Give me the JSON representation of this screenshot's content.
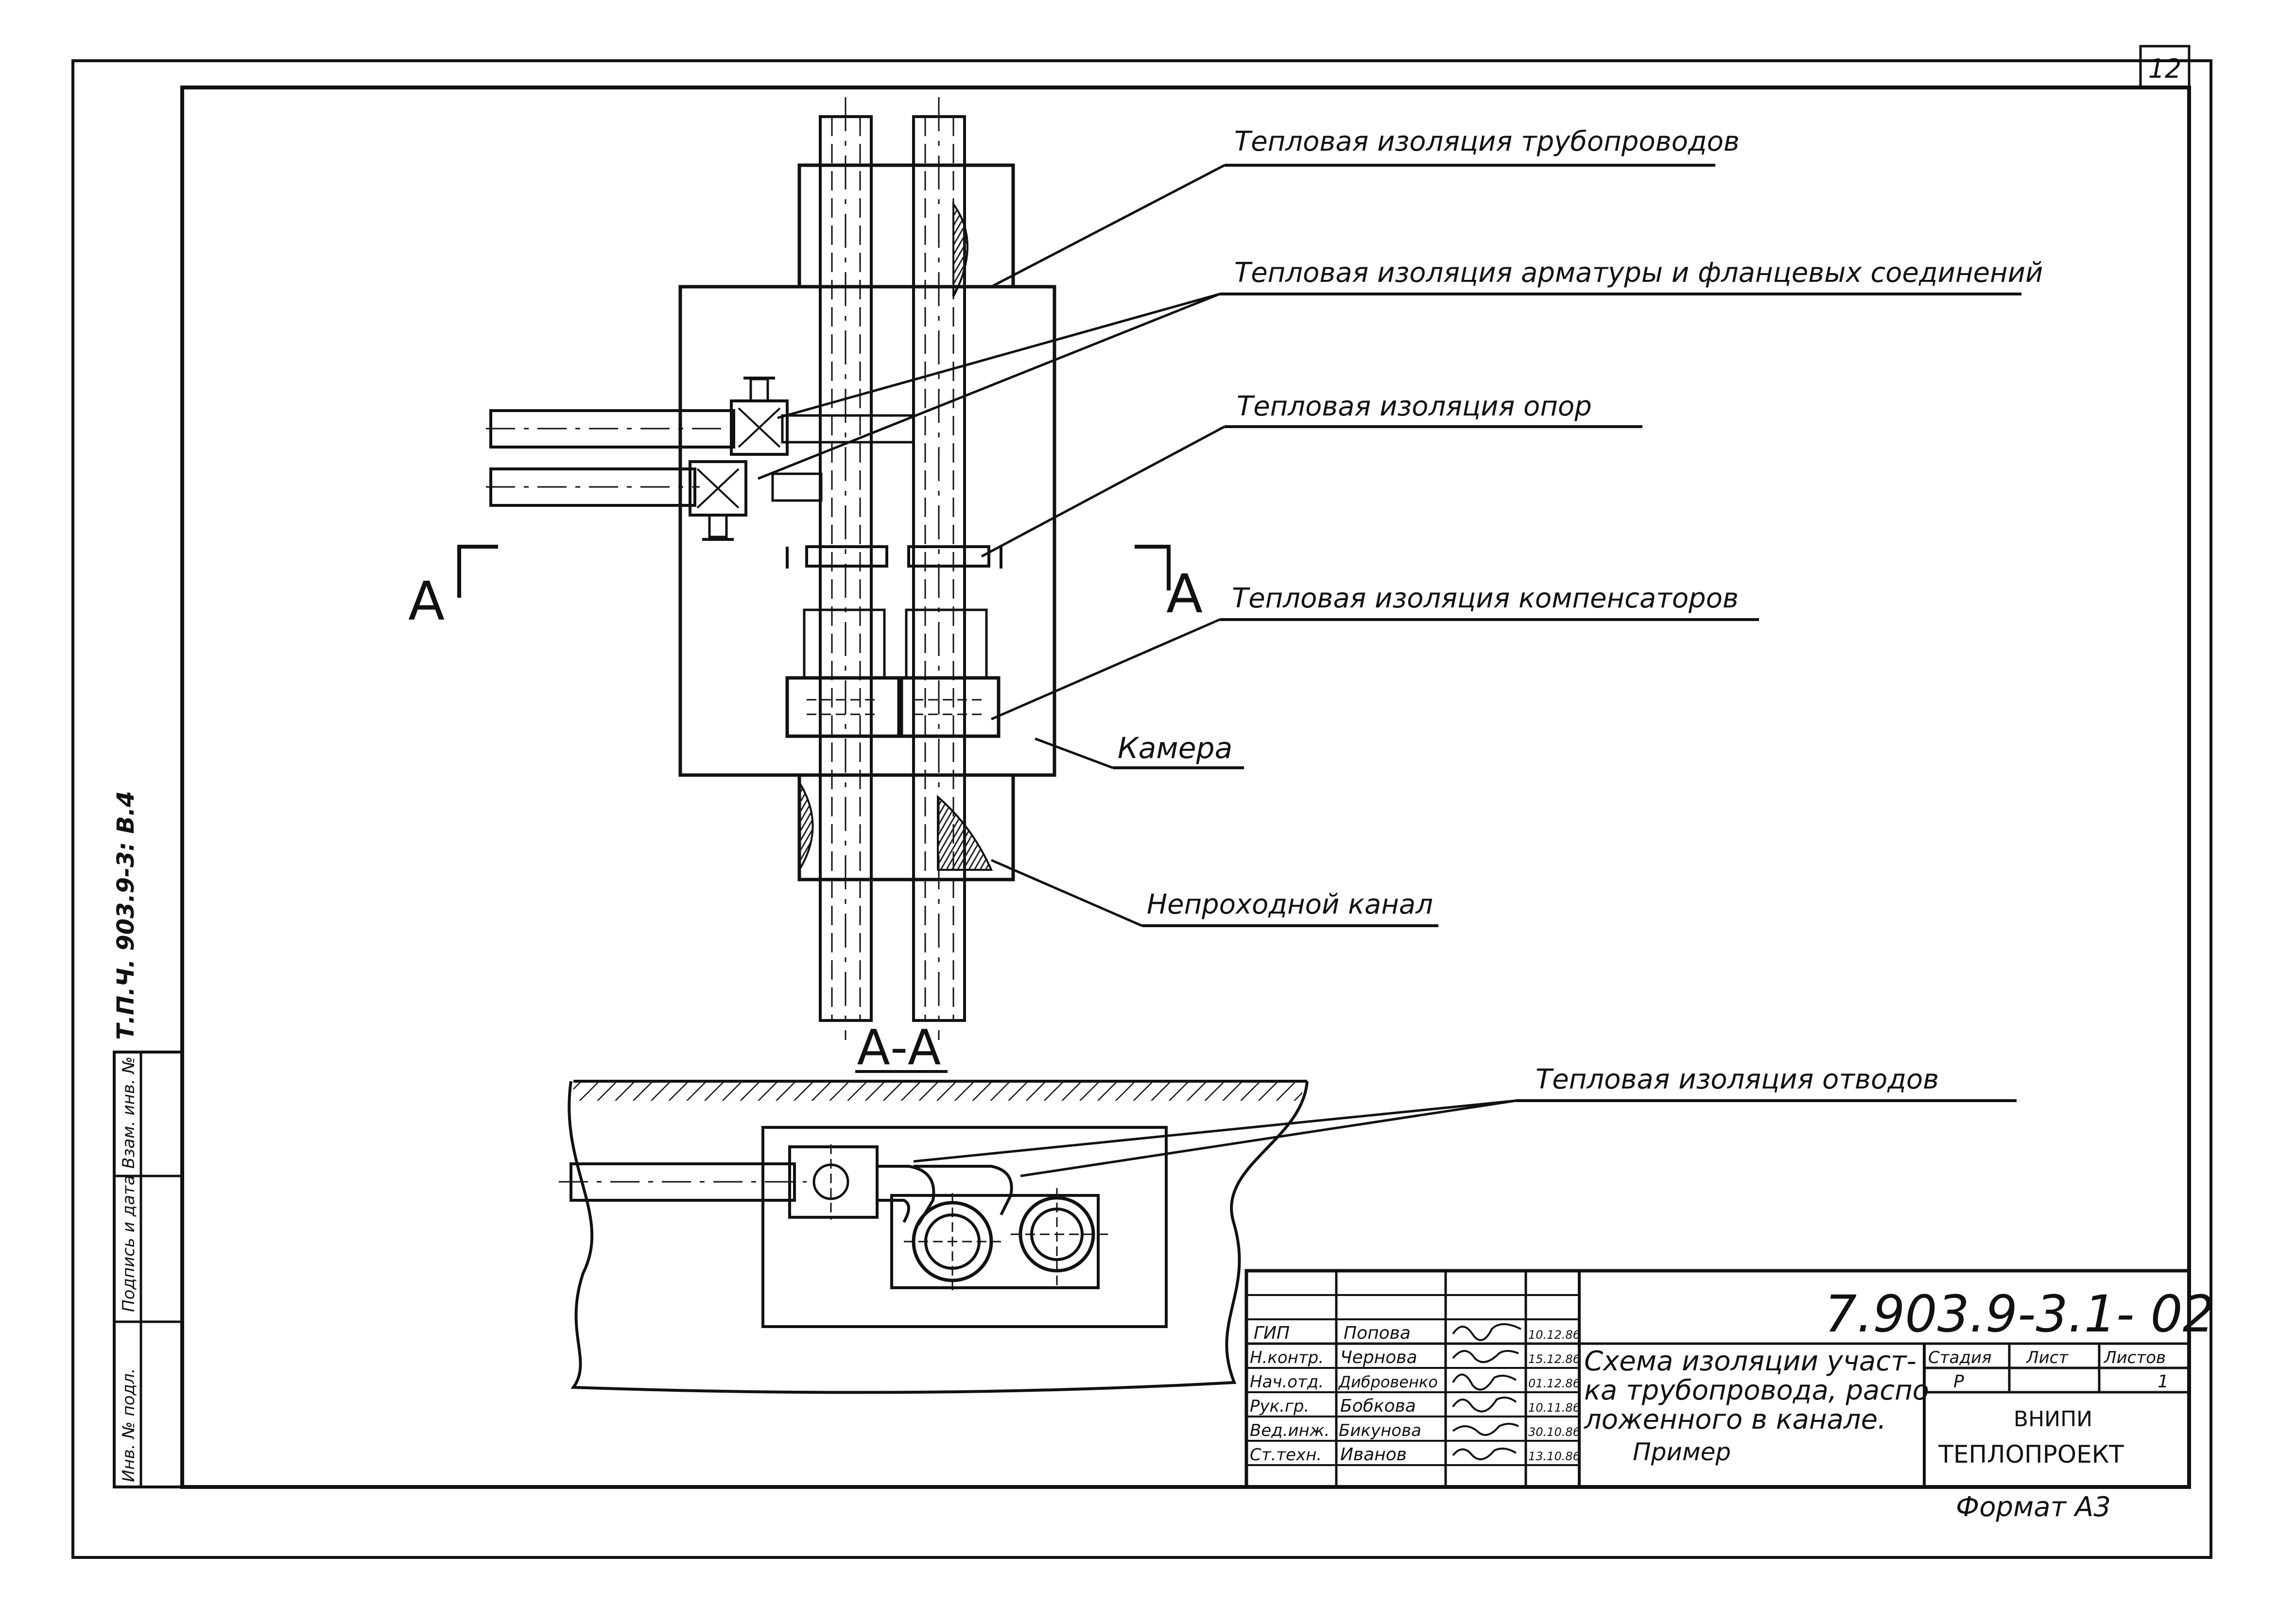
{
  "sheet": {
    "page_number": "12",
    "format": "Формат А3",
    "side_stamp": "Т.П.Ч. 903.9-3: В.4",
    "side_columns": [
      "Инв. № подл.",
      "Подпись и дата",
      "Взам. инв. №"
    ]
  },
  "drawing": {
    "section_mark_left": "А",
    "section_mark_right": "А",
    "section_title": "А-А",
    "callouts": {
      "pipe_insulation": "Тепловая изоляция трубопроводов",
      "fitting_insulation": "Тепловая изоляция арматуры и фланцевых соединений",
      "support_insulation": "Тепловая изоляция опор",
      "compensator_insulation": "Тепловая изоляция компенсаторов",
      "chamber": "Камера",
      "channel": "Непроходной канал",
      "bend_insulation": "Тепловая изоляция отводов"
    }
  },
  "title_block": {
    "doc_code": "7.903.9-3.1- 02",
    "title_lines": [
      "Схема изоляции участ-",
      "ка трубопровода, распо-",
      "ложенного в канале."
    ],
    "subtitle": "Пример",
    "stage_header": "Стадия",
    "sheet_header": "Лист",
    "sheets_header": "Листов",
    "stage": "Р",
    "sheet": "",
    "sheets": "1",
    "org_line1": "ВНИПИ",
    "org_line2": "ТЕПЛОПРОЕКТ",
    "signatures": [
      {
        "role": "ГИП",
        "name": "Попова",
        "date": "10.12.86"
      },
      {
        "role": "Н.контр.",
        "name": "Чернова",
        "date": "15.12.86"
      },
      {
        "role": "Нач.отд.",
        "name": "Дибровенко",
        "date": "01.12.86"
      },
      {
        "role": "Рук.гр.",
        "name": "Бобкова",
        "date": "10.11.86"
      },
      {
        "role": "Вед.инж.",
        "name": "Бикунова",
        "date": "30.10.86"
      },
      {
        "role": "Ст.техн.",
        "name": "Иванов",
        "date": "13.10.86"
      }
    ]
  }
}
